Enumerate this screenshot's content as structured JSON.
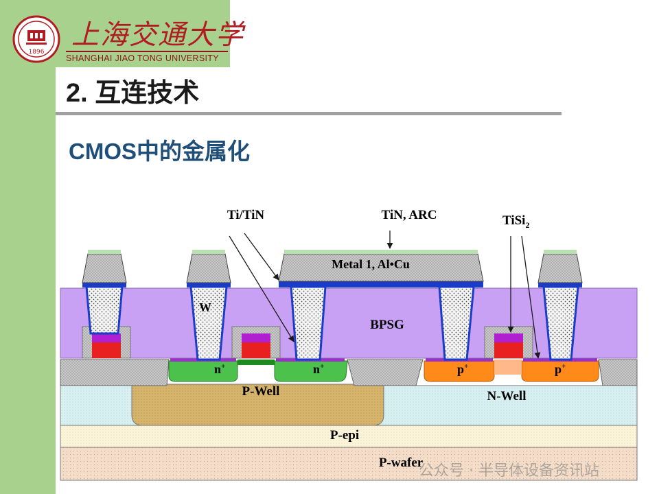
{
  "logo": {
    "name_cn": "上海交通大学",
    "name_en": "SHANGHAI JIAO TONG UNIVERSITY",
    "seal_year": "1896"
  },
  "slide": {
    "title": "2. 互连技术",
    "subtitle": "CMOS中的金属化"
  },
  "diagram": {
    "callouts": {
      "ti_tin": "Ti/TiN",
      "tin_arc": "TiN, ARC",
      "tisi2_base": "TiSi",
      "tisi2_sub": "2"
    },
    "layers": {
      "metal1": "Metal 1, Al•Cu",
      "w": "W",
      "bpsg": "BPSG",
      "p_well": "P-Well",
      "n_well": "N-Well",
      "p_epi": "P-epi",
      "p_wafer": "P-wafer"
    },
    "diffusions": {
      "n_plus_1": "n",
      "n_plus_2": "n",
      "p_plus_1": "p",
      "p_plus_2": "p",
      "sup": "+"
    }
  },
  "watermark": {
    "text": "公众号 · 半导体设备资讯站"
  }
}
